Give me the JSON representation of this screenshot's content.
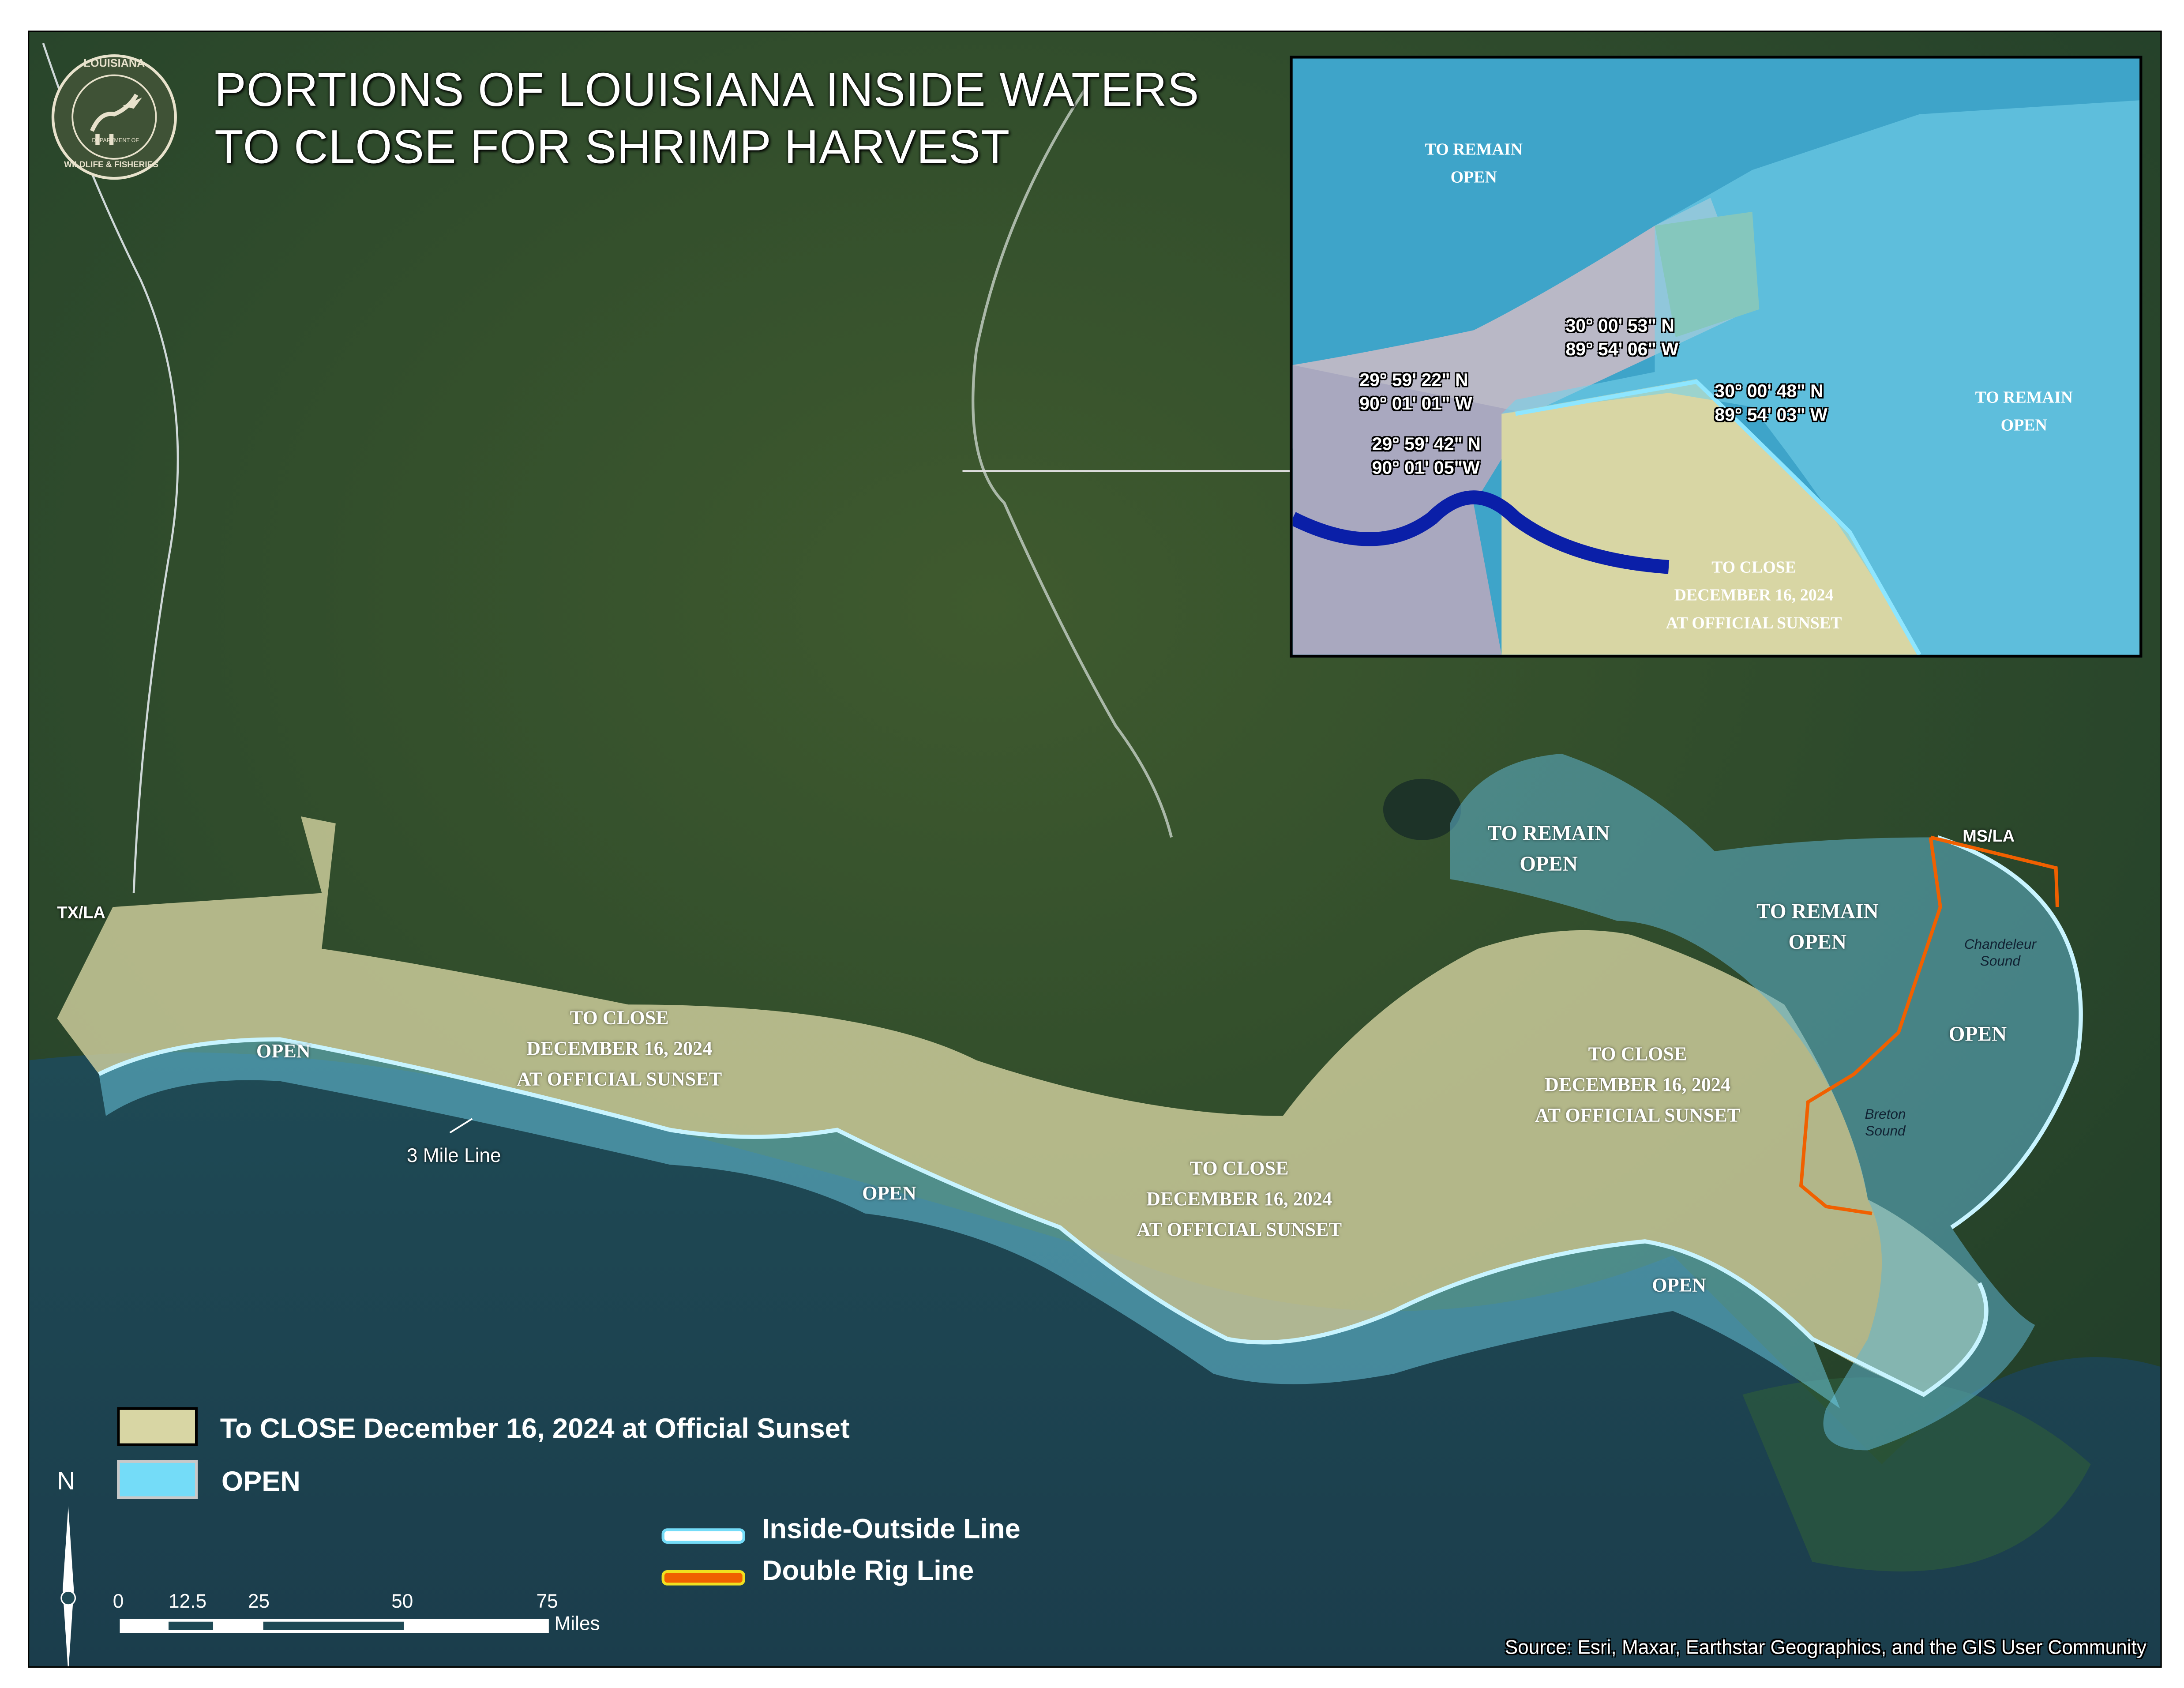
{
  "title": {
    "line1": "PORTIONS OF LOUISIANA INSIDE WATERS",
    "line2": "TO CLOSE FOR SHRIMP HARVEST"
  },
  "logo": {
    "top": "LOUISIANA",
    "middle": "DEPARTMENT OF",
    "bottom": "WILDLIFE & FISHERIES"
  },
  "map_labels": {
    "tx_la": "TX/LA",
    "ms_la": "MS/LA",
    "three_mile_line": "3 Mile Line",
    "chandeleur_sound": "Chandeleur Sound",
    "breton_sound": "Breton Sound",
    "open": "OPEN",
    "to_remain_open": {
      "l1": "TO REMAIN",
      "l2": "OPEN"
    },
    "to_close": {
      "l1": "TO CLOSE",
      "l2": "DECEMBER 16, 2024",
      "l3": "AT OFFICIAL SUNSET"
    }
  },
  "inset": {
    "coords": [
      {
        "lat": "30° 00' 53\" N",
        "lon": "89° 54' 06\" W"
      },
      {
        "lat": "29° 59' 22\" N",
        "lon": "90° 01' 01\" W"
      },
      {
        "lat": "29° 59' 42\" N",
        "lon": "90° 01' 05\"W"
      },
      {
        "lat": "30° 00' 48\" N",
        "lon": "89° 54' 03\" W"
      }
    ]
  },
  "legend": {
    "close": "To CLOSE December 16, 2024 at Official Sunset",
    "open": "OPEN",
    "inside_outside": "Inside-Outside Line",
    "double_rig": "Double Rig Line",
    "colors": {
      "close": "#d8d6a4",
      "open": "#74dcf8",
      "inside_outside": "#ffffff",
      "double_rig": "#f06000"
    }
  },
  "north_arrow": "N",
  "scale_bar": {
    "ticks": [
      "0",
      "12.5",
      "25",
      "50",
      "75"
    ],
    "unit": "Miles"
  },
  "source": "Source: Esri, Maxar, Earthstar Geographics, and the GIS User Community"
}
